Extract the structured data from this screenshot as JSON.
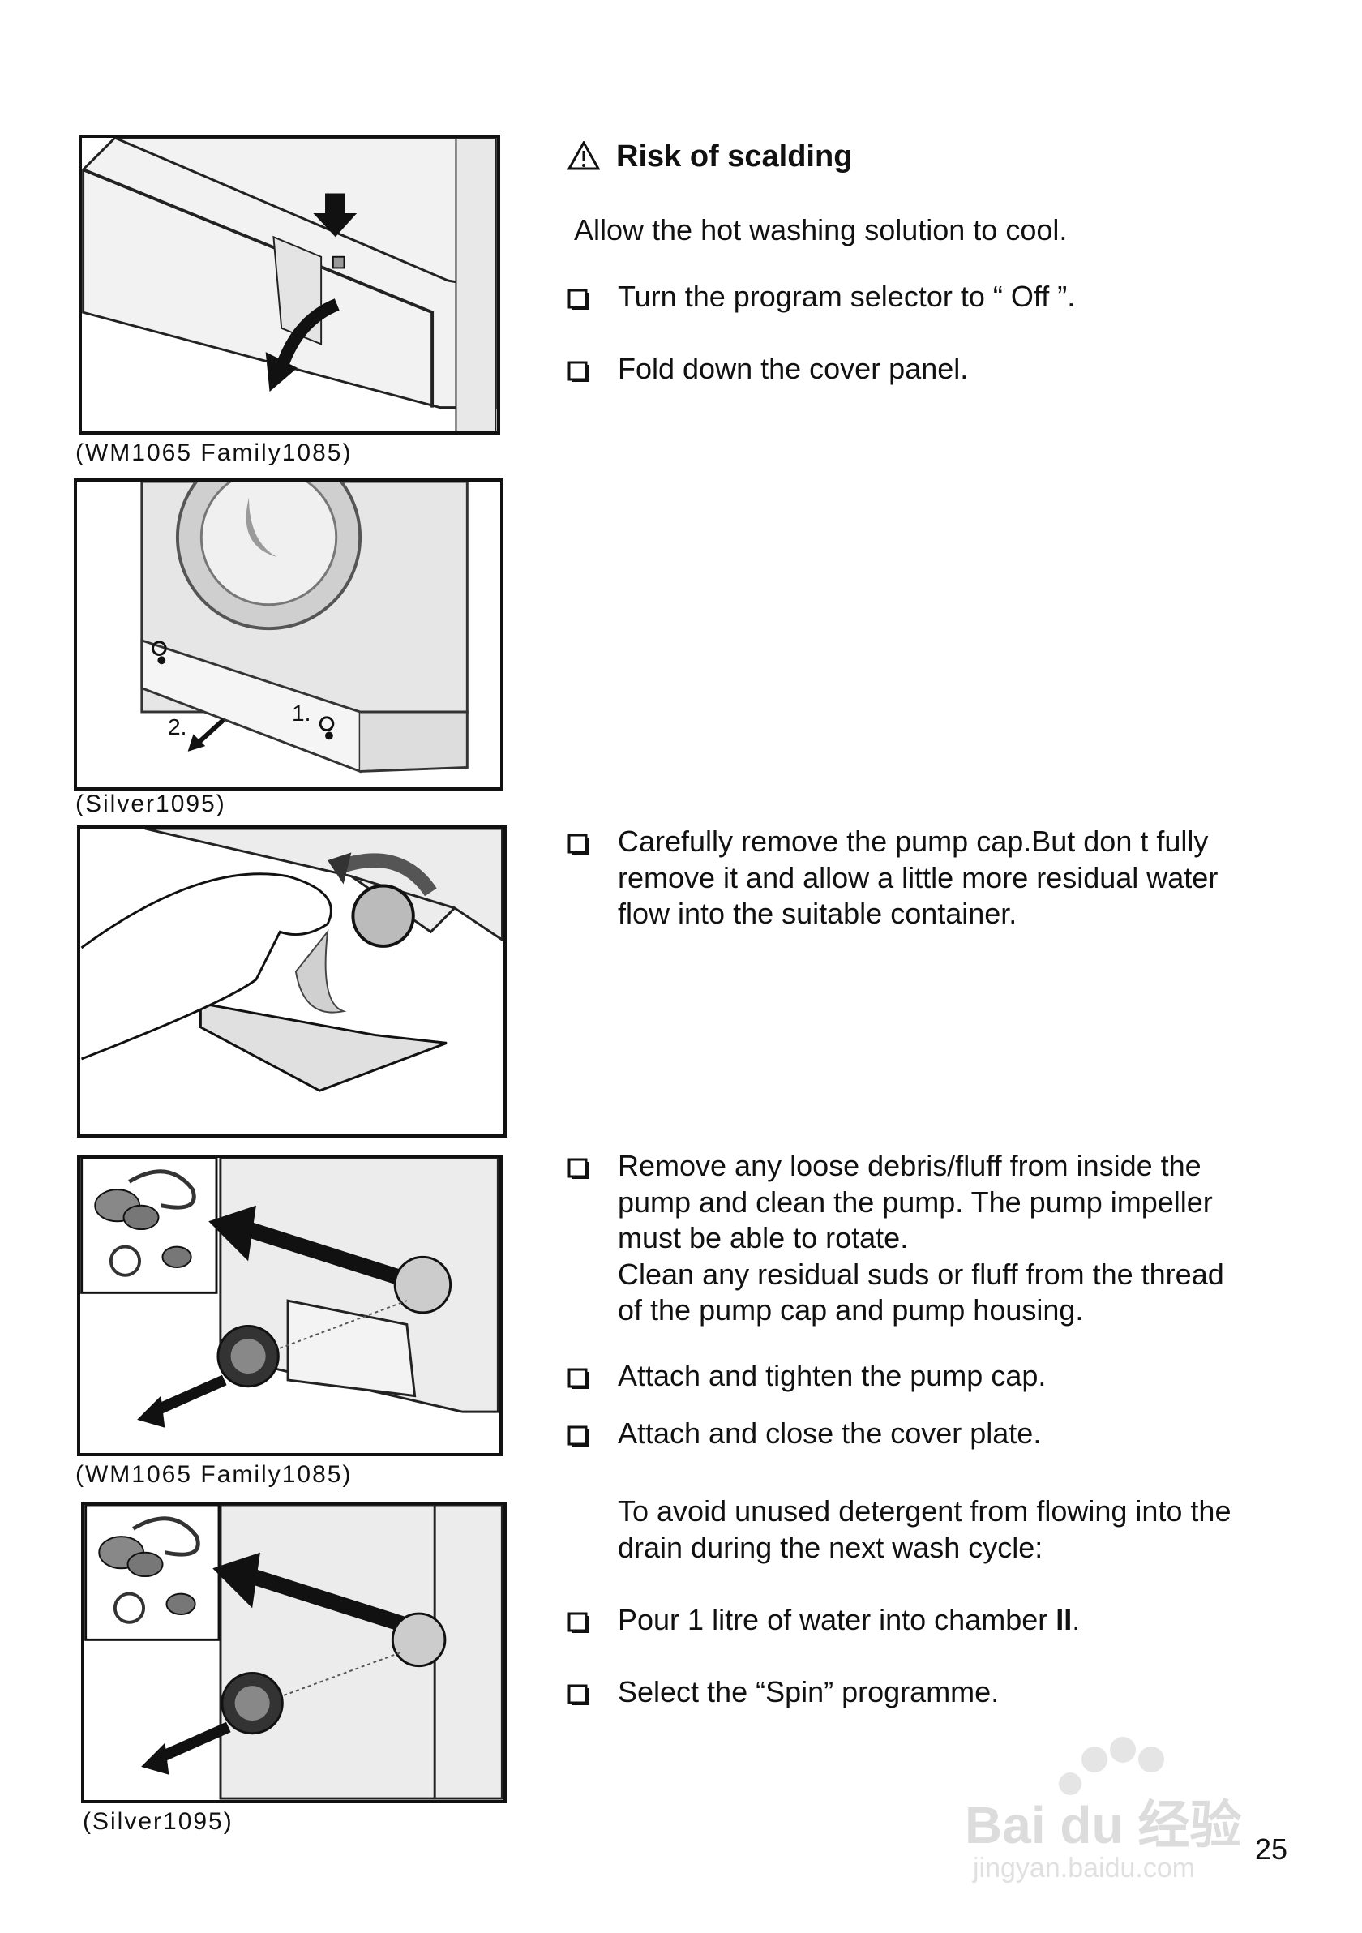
{
  "heading": {
    "title": "Risk of scalding"
  },
  "intro": "Allow the hot washing solution to cool.",
  "steps_top": [
    "Turn the program selector to “ Off ”.",
    "Fold down the cover panel."
  ],
  "step_pump_cap": [
    "Carefully remove the pump cap.But don t fully",
    "remove it and allow a little more residual water",
    "flow into the suitable container."
  ],
  "step_clean": [
    "Remove any loose debris/fluff from inside the",
    "pump and clean the pump. The pump impeller",
    "must be able to rotate.",
    "Clean any residual suds or fluff from the thread",
    "of the pump cap and pump housing."
  ],
  "step_attach_cap": "Attach and tighten the pump cap.",
  "step_close_plate": "Attach and close the cover plate.",
  "note": [
    "To avoid unused detergent from flowing into the",
    "drain during the next wash cycle:"
  ],
  "step_pour": {
    "text": "Pour 1 litre of water into chamber ",
    "bold": "II",
    "end": "."
  },
  "step_spin": "Select the “Spin” programme.",
  "captions": {
    "fig1": "(WM1065 Family1085)",
    "fig2": "(Silver1095)",
    "fig4": "(WM1065 Family1085)",
    "fig5": "(Silver1095)"
  },
  "fig2_labels": {
    "one": "1.",
    "two": "2."
  },
  "page_number": "25",
  "watermark": {
    "logo": "Bai du 经验",
    "url": "jingyan.baidu.com"
  },
  "icons": {
    "warning": "warning-triangle-icon",
    "bullet": "checkbox-bullet-icon"
  }
}
